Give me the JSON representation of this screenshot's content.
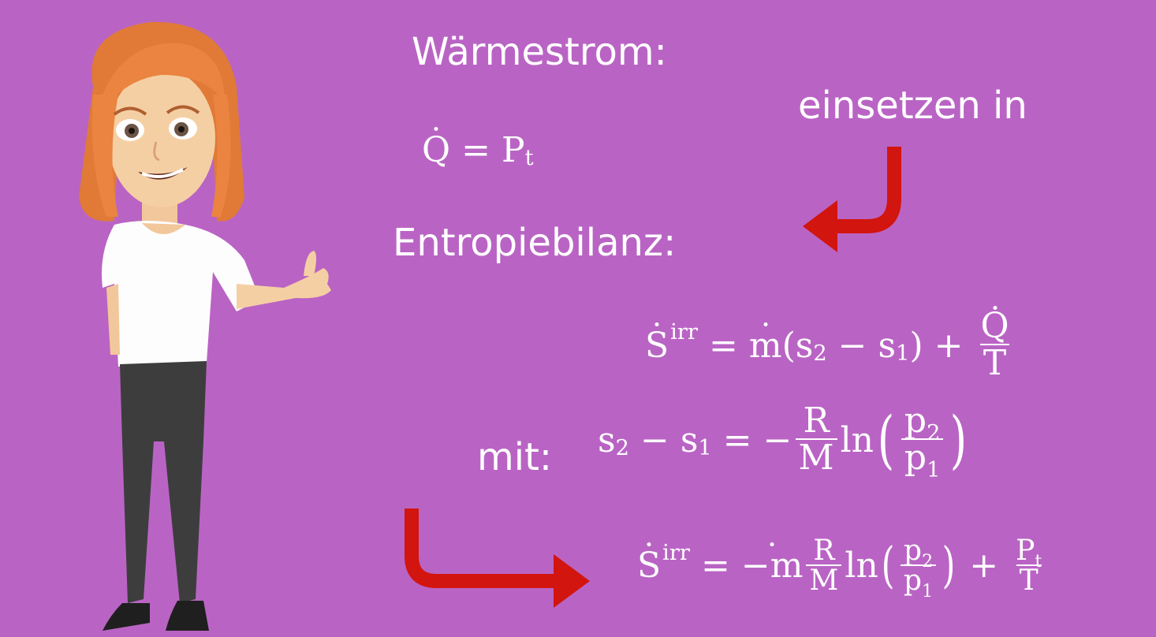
{
  "headings": {
    "waermestrom": "Wärmestrom:",
    "einsetzen": "einsetzen in",
    "entropiebilanz": "Entropiebilanz:",
    "mit": "mit:"
  },
  "eq1": {
    "lhs": "Q",
    "eq": "=",
    "rhs": "P",
    "rhs_sub": "t"
  },
  "eq2": {
    "S": "S",
    "sup": "irr",
    "eq": "=",
    "m": "m",
    "open": "(s",
    "s2": "2",
    "minus": "−",
    "s": "s",
    "s1": "1",
    "close": ")",
    "plus": "+",
    "num": "Q",
    "den": "T"
  },
  "eq3": {
    "s_a": "s",
    "sub2": "2",
    "minus": "−",
    "s_b": "s",
    "sub1": "1",
    "eq": "=",
    "neg": "−",
    "num": "R",
    "den": "M",
    "ln": "ln",
    "lparen": "(",
    "rparen": ")",
    "p_num": "p",
    "p_num_sub": "2",
    "p_den": "p",
    "p_den_sub": "1"
  },
  "eq4": {
    "S": "S",
    "sup": "irr",
    "eq": "=",
    "neg_m": "−m",
    "num": "R",
    "den": "M",
    "ln": "ln",
    "lparen": "(",
    "rparen": ")",
    "p_num": "p",
    "p_num_sub": "2",
    "p_den": "p",
    "p_den_sub": "1",
    "plus": "+",
    "pt": "P",
    "pt_sub": "t",
    "t_den": "T"
  },
  "colors": {
    "background": "#b964c4",
    "text": "#ffffff",
    "arrow": "#d2150e"
  }
}
